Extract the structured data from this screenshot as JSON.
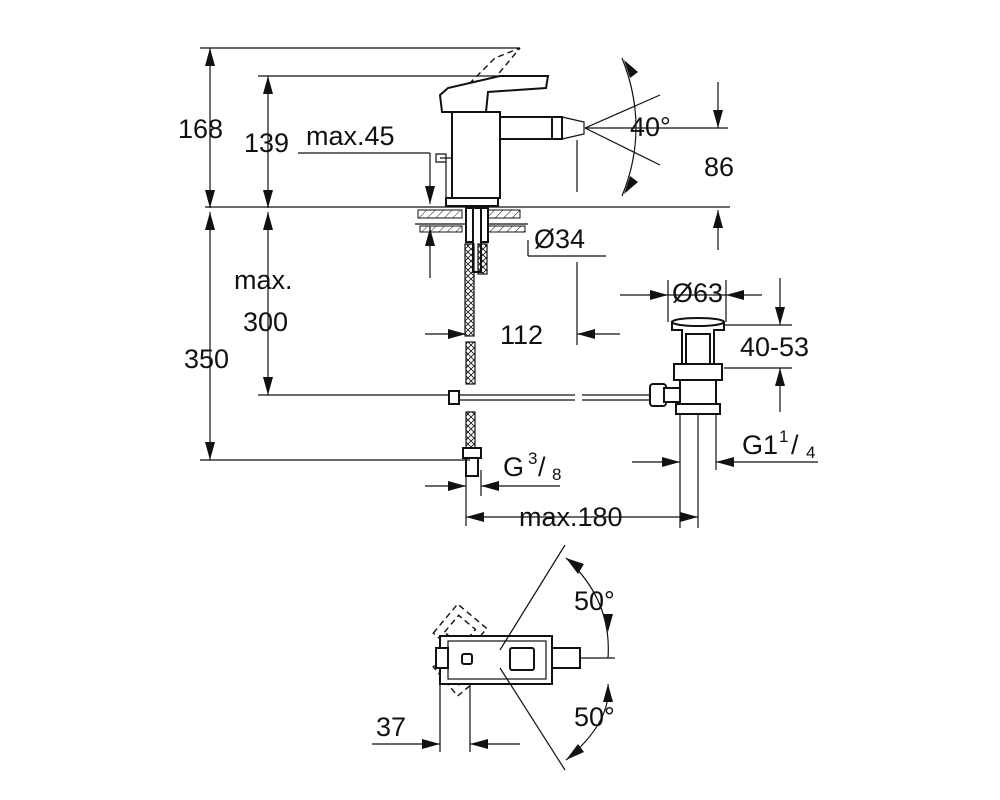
{
  "dimensions": {
    "total_height": "168",
    "spout_height": "139",
    "max_thickness": "max.45",
    "spray_angle": "40°",
    "outlet_height": "86",
    "hole_diameter": "Ø34",
    "max_label": "max.",
    "hose_length": "300",
    "tail_length": "350",
    "waste_diameter": "Ø63",
    "waste_range": "40-53",
    "spout_offset": "112",
    "thread_inlet": "G",
    "thread_inlet_num": "3",
    "thread_inlet_slash": "/",
    "thread_inlet_den": "8",
    "thread_waste": "G1",
    "thread_waste_num": "1",
    "thread_waste_slash": "/",
    "thread_waste_den": "4",
    "max_reach": "max.180",
    "lever_angle_top": "50°",
    "lever_angle_bottom": "50°",
    "body_offset": "37"
  }
}
